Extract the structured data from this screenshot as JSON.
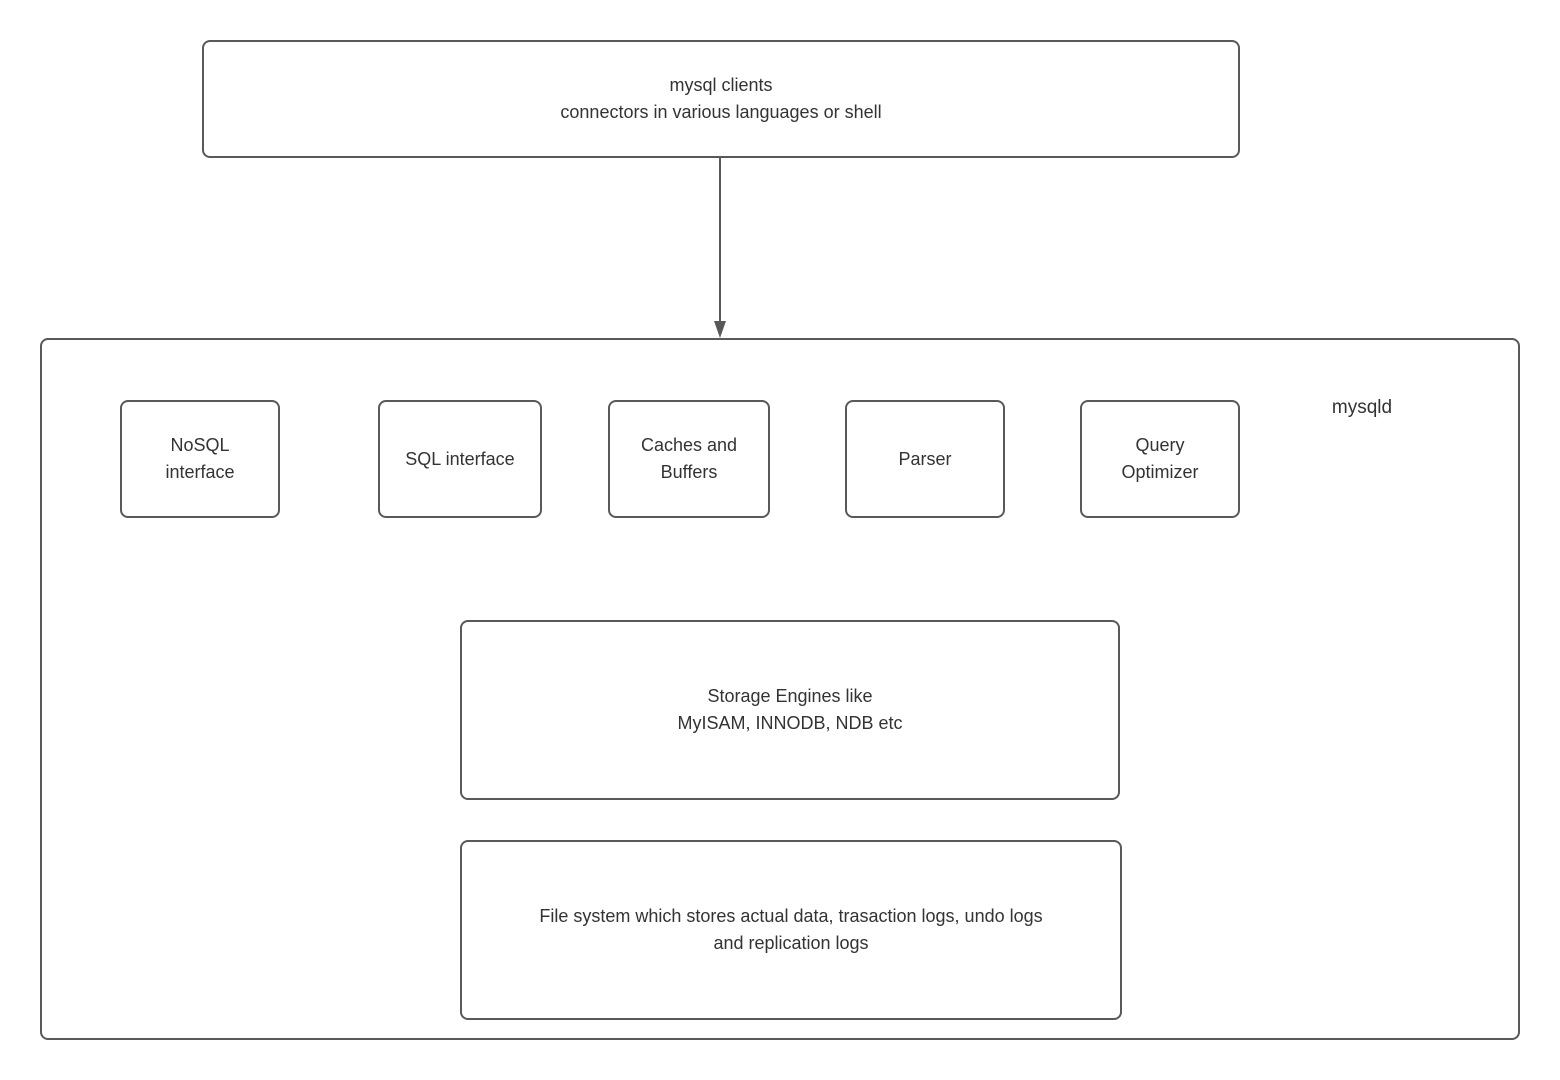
{
  "colors": {
    "border": "#595959",
    "text": "#333333",
    "arrow": "#595959",
    "background": "#ffffff"
  },
  "diagram": {
    "clients": {
      "lines": [
        "mysql clients",
        "connectors in various languages or shell"
      ]
    },
    "mysqld_label": "mysqld",
    "components": [
      {
        "id": "nosql-interface",
        "lines": [
          "NoSQL",
          "interface"
        ]
      },
      {
        "id": "sql-interface",
        "lines": [
          "SQL interface"
        ]
      },
      {
        "id": "caches-buffers",
        "lines": [
          "Caches and",
          "Buffers"
        ]
      },
      {
        "id": "parser",
        "lines": [
          "Parser"
        ]
      },
      {
        "id": "query-optimizer",
        "lines": [
          "Query",
          "Optimizer"
        ]
      }
    ],
    "storage_engines": {
      "lines": [
        "Storage Engines like",
        "MyISAM, INNODB, NDB etc"
      ]
    },
    "file_system": {
      "lines": [
        "File system which stores actual data, trasaction logs, undo logs",
        "and replication logs"
      ]
    }
  }
}
